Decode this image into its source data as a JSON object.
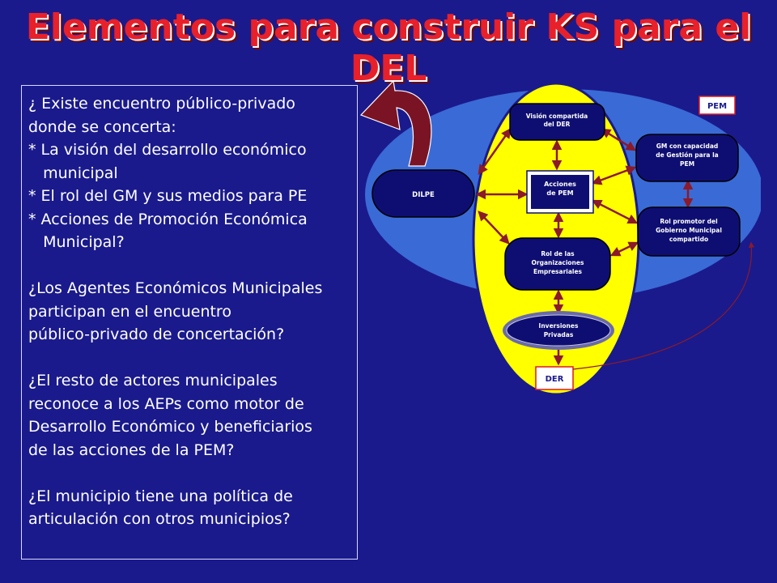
{
  "title": "Elementos para construir KS para el DEL",
  "text_lines": [
    "¿ Existe encuentro público-privado",
    "donde se concerta:",
    "* La visión del desarrollo económico",
    "   municipal",
    "* El rol del GM y sus medios para PE",
    "* Acciones de Promoción Económica",
    "   Municipal?",
    "",
    "¿Los Agentes Económicos Municipales",
    "participan en el encuentro",
    "público-privado de concertación?",
    "",
    "¿El resto de actores municipales",
    "reconoce a los AEPs como motor de",
    "Desarrollo Económico y beneficiarios",
    "de las acciones de la PEM?",
    "",
    "¿El municipio tiene una política de",
    "articulación con otros municipios?"
  ],
  "diagram": {
    "pem_label": "PEM",
    "der_label": "DER",
    "dilpe": "DILPE",
    "vision": [
      "Visión compartida",
      "del DER"
    ],
    "acciones": [
      "Acciones",
      "de PEM"
    ],
    "gm": [
      "GM con capacidad",
      "de Gestión para la",
      "PEM"
    ],
    "rol_promotor": [
      "Rol promotor del",
      "Gobierno Municipal",
      "compartido"
    ],
    "rol_org": [
      "Rol de las",
      "Organizaciones",
      "Empresariales"
    ],
    "inversiones": [
      "Inversiones",
      "Privadas"
    ]
  },
  "colors": {
    "background": "#1a1a8c",
    "title_red": "#e8202a",
    "pem_ellipse": "#3a6ad6",
    "der_ellipse": "#ffff00",
    "arrow": "#8b1a2a",
    "node": "#0e0e72"
  }
}
